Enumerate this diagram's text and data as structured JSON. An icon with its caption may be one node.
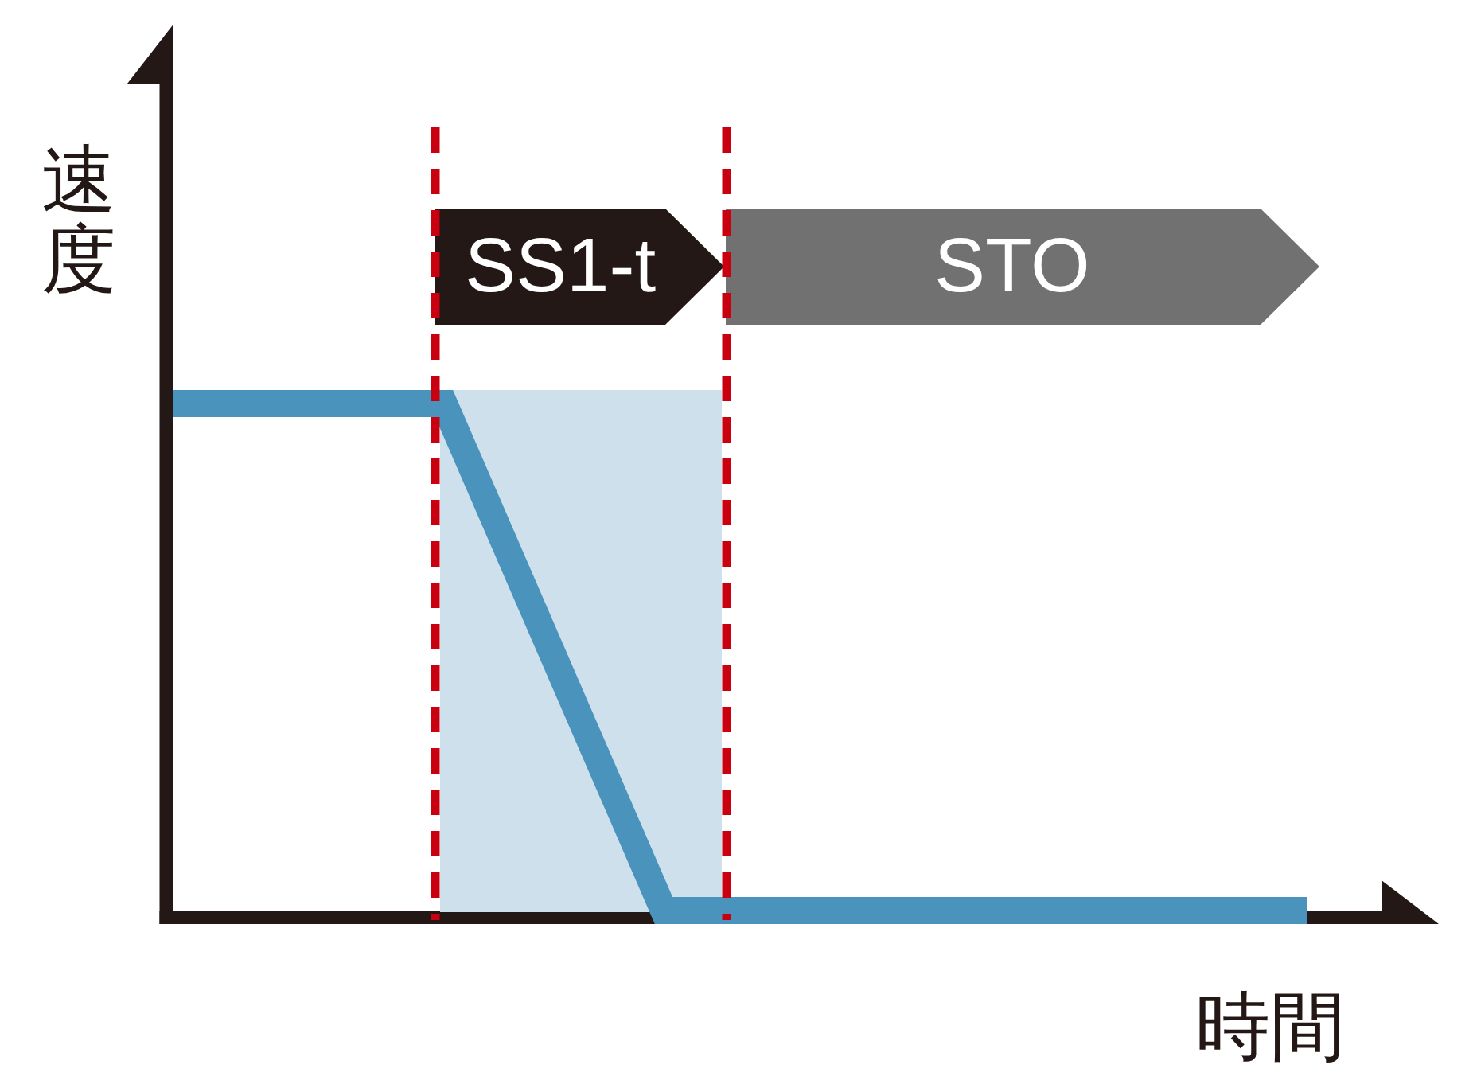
{
  "diagram": {
    "nodes": [
      {
        "text": [
          "SS1-t"
        ]
      },
      {
        "text": [
          "STO"
        ]
      }
    ],
    "labels": [
      "速度",
      "時間"
    ]
  }
}
